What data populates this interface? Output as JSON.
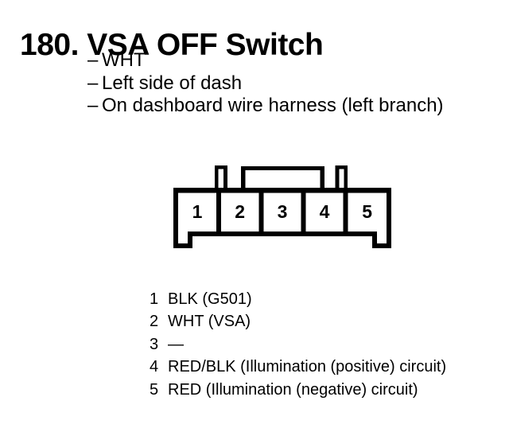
{
  "document": {
    "title": "180. VSA OFF Switch",
    "bullet_char": "–",
    "notes": [
      "WHT",
      "Left side of dash",
      "On dashboard wire harness (left branch)"
    ]
  },
  "connector": {
    "cavities": [
      "1",
      "2",
      "3",
      "4",
      "5"
    ]
  },
  "pinout": {
    "rows": [
      {
        "pin": "1",
        "wire": "BLK (G501)"
      },
      {
        "pin": "2",
        "wire": "WHT (VSA)"
      },
      {
        "pin": "3",
        "wire": "—"
      },
      {
        "pin": "4",
        "wire": "RED/BLK (Illumination (positive) circuit)"
      },
      {
        "pin": "5",
        "wire": "RED (Illumination (negative) circuit)"
      }
    ]
  },
  "colors": {
    "ink": "#000000",
    "paper": "#ffffff"
  }
}
